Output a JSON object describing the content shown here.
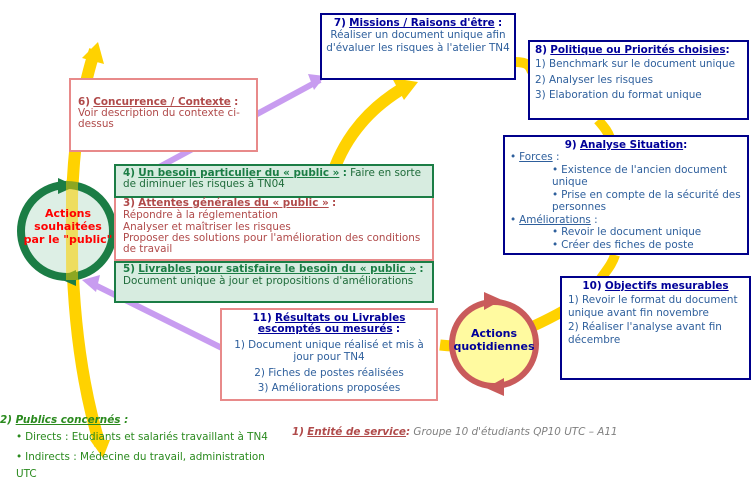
{
  "title": "Diagramme de service - Document unique TN4",
  "colors": {
    "yellow_arrow": "#ffd200",
    "purple_arrow": "#c89cf0",
    "navy_border": "#00008b",
    "pink_border": "#e88a8a",
    "green_border": "#1b7d45",
    "green_fill": "#d7ece0",
    "actions_red": "#ff0000",
    "quotidiennes_blue": "#000099"
  },
  "circles": {
    "souhaitees": {
      "line1": "Actions",
      "line2": "souhaitées",
      "line3": "par le \"public\""
    },
    "quotidiennes": {
      "line1": "Actions",
      "line2": "quotidiennes"
    }
  },
  "box1": {
    "num": "1)",
    "title": "Entité de service",
    "colon": ":",
    "text": "Groupe 10 d'étudiants QP10 UTC – A11"
  },
  "box2": {
    "num": "2)",
    "title": "Publics concernés",
    "colon": ":",
    "items": [
      "Directs : Etudiants et salariés travaillant à TN4",
      "Indirects : Médecine du travail, administration UTC"
    ]
  },
  "box3": {
    "num": "3)",
    "title": "Attentes générales du « public »",
    "colon": ":",
    "items": [
      "Répondre à la réglementation",
      "Analyser et maîtriser les risques",
      "Proposer des solutions pour l'amélioration des conditions de travail"
    ]
  },
  "box4": {
    "num": "4)",
    "title": "Un besoin particulier du « public »",
    "colon": ":",
    "text": "Faire en sorte de diminuer les risques à TN04"
  },
  "box5": {
    "num": "5)",
    "title": "Livrables pour satisfaire le besoin du « public »",
    "colon": ":",
    "text": "Document unique à jour et propositions d'améliorations"
  },
  "box6": {
    "num": "6)",
    "title": "Concurrence / Contexte",
    "colon": ":",
    "text": "Voir description du contexte ci-dessus"
  },
  "box7": {
    "num": "7)",
    "title": "Missions / Raisons d'être",
    "colon": ":",
    "text": "Réaliser un document unique afin d'évaluer les risques à l'atelier TN4"
  },
  "box8": {
    "num": "8)",
    "title": "Politique ou Priorités choisies",
    "colon": ":",
    "items": [
      "1) Benchmark sur le document unique",
      "2) Analyser les risques",
      "3) Elaboration du format unique"
    ]
  },
  "box9": {
    "num": "9)",
    "title": "Analyse Situation",
    "colon": ":",
    "forces_label": "Forces",
    "forces_colon": ":",
    "forces": [
      "Existence de l'ancien document unique",
      "Prise en compte de la sécurité des personnes"
    ],
    "ameliorations_label": "Améliorations",
    "ameliorations_colon": ":",
    "ameliorations": [
      "Revoir le document unique",
      "Créer des fiches de poste"
    ]
  },
  "box10": {
    "num": "10)",
    "title": "Objectifs mesurables",
    "items": [
      "1) Revoir le format du document unique avant fin novembre",
      "2) Réaliser l'analyse avant fin décembre"
    ]
  },
  "box11": {
    "num": "11)",
    "title": "Résultats ou Livrables escomptés ou mesurés",
    "colon": ":",
    "items": [
      "1)  Document unique réalisé et mis à jour pour TN4",
      "2)  Fiches de postes réalisées",
      "3)  Améliorations proposées"
    ]
  }
}
